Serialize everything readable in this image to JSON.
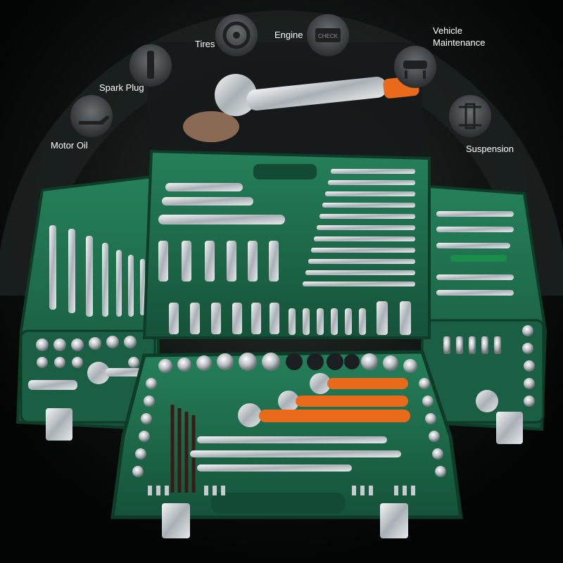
{
  "categories": [
    {
      "id": "motor-oil",
      "label": "Motor Oil",
      "icon": "oil-can-icon"
    },
    {
      "id": "spark-plug",
      "label": "Spark Plug",
      "icon": "spark-plug-icon"
    },
    {
      "id": "tires",
      "label": "Tires",
      "icon": "tire-icon"
    },
    {
      "id": "engine",
      "label": "Engine",
      "icon": "check-engine-icon"
    },
    {
      "id": "vehicle-maintenance",
      "label_line1": "Vehicle",
      "label_line2": "Maintenance",
      "icon": "car-lift-icon"
    },
    {
      "id": "suspension",
      "label": "Suspension",
      "icon": "chassis-icon"
    }
  ],
  "engine_icon_text": "CHECK",
  "colors": {
    "background": "#050606",
    "case_green": "#1f6b4c",
    "case_dark": "#134a34",
    "chrome": "#d9dde0",
    "handle_orange": "#e86a1a",
    "label_text": "#ffffff"
  }
}
